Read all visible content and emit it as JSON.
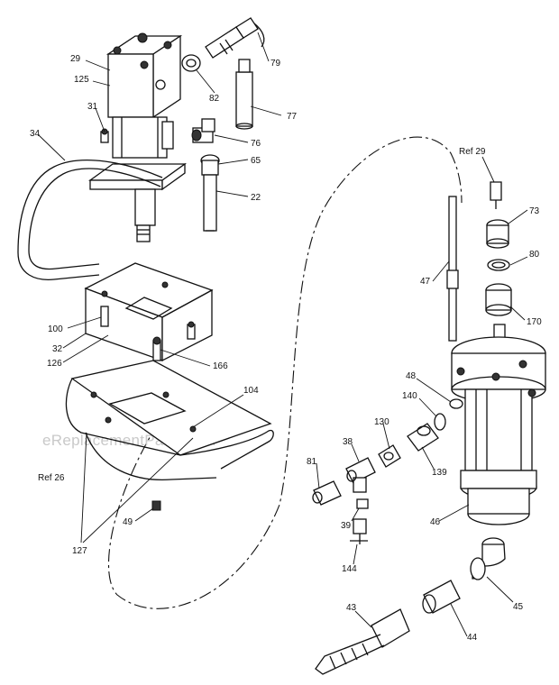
{
  "watermark": "eReplacementParts.com",
  "labels": {
    "p29": "29",
    "p125": "125",
    "p31": "31",
    "p34": "34",
    "p82": "82",
    "p79": "79",
    "p77": "77",
    "p76": "76",
    "p65": "65",
    "p22": "22",
    "ref29": "Ref 29",
    "p73": "73",
    "p80": "80",
    "p170": "170",
    "p47": "47",
    "p100": "100",
    "p32": "32",
    "p126": "126",
    "p166": "166",
    "p104": "104",
    "ref26": "Ref 26",
    "p49": "49",
    "p127": "127",
    "p48": "48",
    "p140": "140",
    "p130": "130",
    "p38": "38",
    "p81": "81",
    "p139": "139",
    "p39": "39",
    "p144": "144",
    "p46": "46",
    "p45": "45",
    "p43": "43",
    "p44": "44"
  }
}
